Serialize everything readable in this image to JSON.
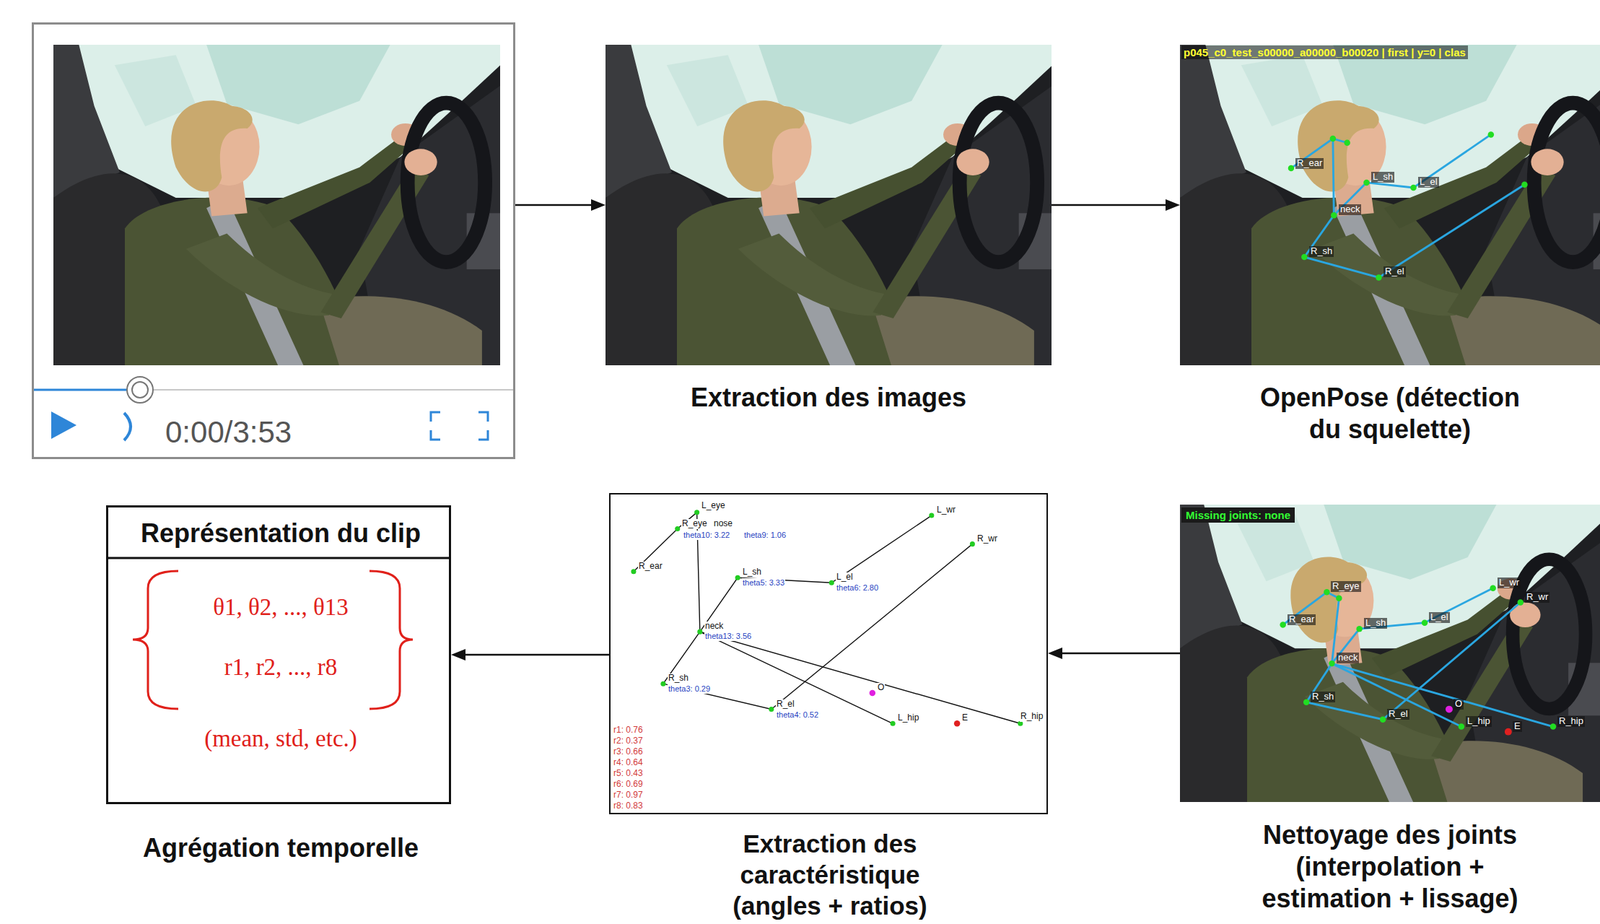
{
  "diagram": {
    "nodes": [
      {
        "text": [
          "0:00/3:53"
        ]
      },
      {
        "text": [
          "Extraction des images"
        ]
      },
      {
        "text": [
          "OpenPose (détection du squelette)"
        ]
      },
      {
        "text": [
          "Nettoyage des joints (interpolation + estimation + lissage)"
        ]
      },
      {
        "text": [
          "Extraction des caractéristique (angles + ratios)"
        ]
      },
      {
        "text": [
          "Représentation du clip",
          "θ1, θ2, ..., θ13",
          "r1, r2, ..., r8",
          "(mean, std, etc.)",
          "Agrégation temporelle"
        ]
      }
    ],
    "edges": [
      {
        "from": 0,
        "to": 1,
        "arrow": "to"
      },
      {
        "from": 1,
        "to": 2,
        "arrow": "to"
      },
      {
        "from": 3,
        "to": 4,
        "arrow": "to"
      },
      {
        "from": 4,
        "to": 5,
        "arrow": "to"
      }
    ],
    "labels": [
      "p045_c0_test_s00000_a00000_b00020 | first | y=0 | clas",
      "R_ear",
      "L_sh",
      "L_el",
      "neck",
      "R_sh",
      "R_el",
      "Missing joints: none",
      "R_eye",
      "R_ear",
      "L_sh",
      "L_el",
      "L_wr",
      "R_wr",
      "neck",
      "R_sh",
      "R_el",
      "O",
      "L_hip",
      "E",
      "R_hip",
      "L_eye",
      "R_eye",
      "nose",
      "theta10: 3.22",
      "theta9: 1.06",
      "R_ear",
      "L_sh",
      "theta5: 3.33",
      "L_el",
      "theta6: 2.80",
      "L_wr",
      "R_wr",
      "neck",
      "theta13: 3.56",
      "R_sh",
      "theta3: 0.29",
      "R_el",
      "theta4: 0.52",
      "O",
      "L_hip",
      "E",
      "R_hip",
      "r1: 0.76",
      "r2: 0.37",
      "r3: 0.66",
      "r4: 0.64",
      "r5: 0.43",
      "r6: 0.69",
      "r7: 0.97",
      "r8: 0.83"
    ]
  }
}
